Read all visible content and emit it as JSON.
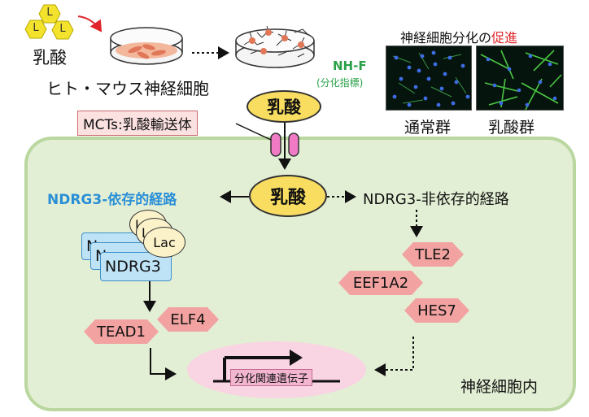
{
  "top": {
    "lactate_molecule_letter": "L",
    "lactate_label": "乳酸",
    "cells_label": "ヒト・マウス神経細胞",
    "promotion_title_prefix": "神経細胞分化の",
    "promotion_title_highlight": "促進",
    "marker_label": "NH-F",
    "marker_sublabel": "(分化指標)",
    "control_group_label": "通常群",
    "lactate_group_label": "乳酸群"
  },
  "transporter": {
    "label": "MCTs:乳酸輸送体",
    "outside_lactate": "乳酸"
  },
  "cell": {
    "center_lactate": "乳酸",
    "dependent_pathway": "NDRG3-依存的経路",
    "independent_pathway": "NDRG3-非依存的経路",
    "complex_protein": "NDRG3",
    "complex_protein_behind": "N",
    "complex_ligand": "Lac",
    "complex_ligand_behind": "L",
    "factors_left": [
      "ELF4",
      "TEAD1"
    ],
    "factors_right": [
      "TLE2",
      "EEF1A2",
      "HES7"
    ],
    "target_genes": "分化関連遺伝子",
    "location_label": "神経細胞内"
  },
  "colors": {
    "highlight_red": "#e0262b",
    "green_label": "#2aa148",
    "pathway_blue": "#2b8fd6",
    "cell_fill": "#e3efd5",
    "cell_border": "#b9d79e",
    "lactate_yellow": "#f8dd61",
    "factor_pink": "#f2a3a1",
    "protein_blue": "#bfe3f6"
  }
}
